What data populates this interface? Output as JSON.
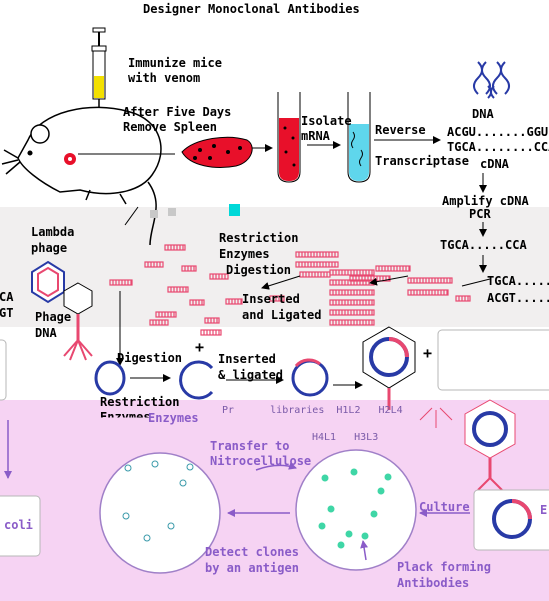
{
  "title": "Designer Monoclonal Antibodies",
  "immunize": [
    "Immunize mice",
    "with venom"
  ],
  "remove_spleen": [
    "After Five Days",
    "Remove Spleen"
  ],
  "isolate": [
    "Isolate",
    "mRNA"
  ],
  "reverse_transcriptase": [
    "Reverse",
    "Transcriptase"
  ],
  "dna": {
    "label": "DNA",
    "seq_top": "ACGU.......GGU",
    "seq_bottom": "TGCA........CCA",
    "cdna": "cDNA"
  },
  "amplify": [
    "Amplify cDNA",
    "PCR"
  ],
  "pcr_seq": "TGCA.....CCA",
  "right_seqs": [
    "TGCA.....G",
    "ACGT.....G"
  ],
  "lambda_phage": [
    "Lambda",
    "phage"
  ],
  "restriction_enzymes_digestion": [
    "Restriction",
    "Enzymes",
    "Digestion"
  ],
  "inserted_ligated_top": [
    "Inserted",
    "and Ligated"
  ],
  "phage_dna": [
    "Phage",
    "DNA"
  ],
  "left_edge_seqs": [
    "CA",
    "GT"
  ],
  "digestion": "Digestion",
  "plus": "+",
  "inserted_ligated_mid": [
    "Inserted",
    "& ligated"
  ],
  "restriction_enzymes_bottom": [
    "Restriction",
    "Enzymes",
    "Enzymes"
  ],
  "library_text": "Pr      libraries  H1L2   H2L4",
  "library_text2": "H4L1   H3L3",
  "transfer": [
    "Transfer to",
    "Nitrocellulose"
  ],
  "culture": "Culture",
  "e_coli": "coli",
  "e_letter": "E",
  "detect": [
    "Detect clones",
    "by an antigen"
  ],
  "plaque": [
    "Plack forming",
    "Antibodies"
  ],
  "colors": {
    "purple_band": "#f5d2f3",
    "gray_band": "#f0eeee",
    "blood_red": "#e8102a",
    "mrna_cyan": "#5fd6ec",
    "plasmid_blue": "#283aa6",
    "dna_red": "#e84870",
    "text_purple": "#8a5cc8",
    "colony_green": "#3fd6a6",
    "vaccine_yellow": "#f3e000"
  }
}
